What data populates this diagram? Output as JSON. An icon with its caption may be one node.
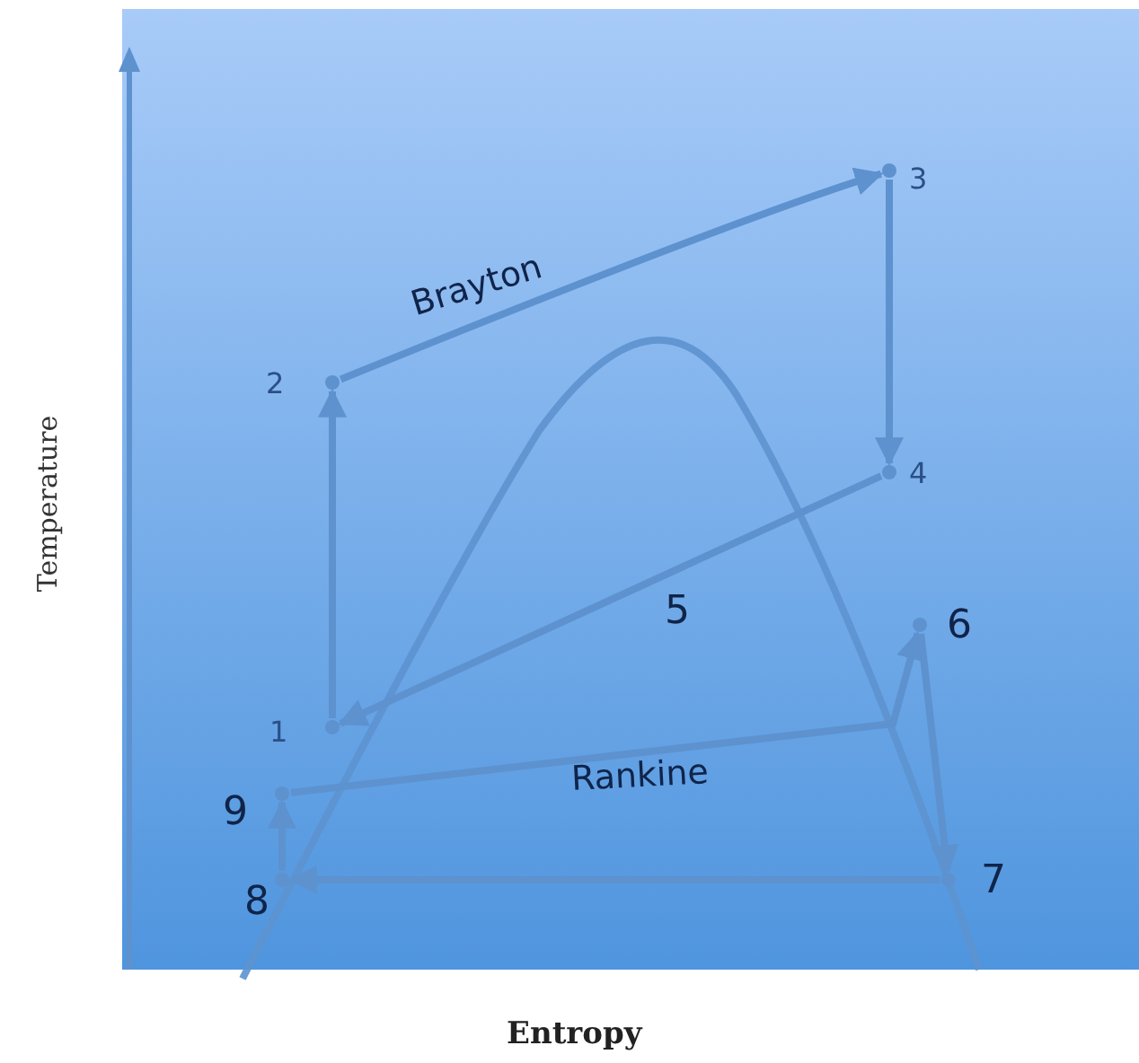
{
  "diagram": {
    "nodes": [
      {
        "text": [],
        "shape": "circle",
        "beside": [
          "1"
        ]
      },
      {
        "text": [],
        "shape": "circle",
        "beside": [
          "2"
        ]
      },
      {
        "text": [],
        "shape": "circle",
        "beside": [
          "3"
        ]
      },
      {
        "text": [],
        "shape": "circle",
        "beside": [
          "4"
        ]
      },
      {
        "text": [],
        "shape": "circle",
        "beside": [
          "6"
        ]
      },
      {
        "text": [],
        "shape": "circle",
        "beside": [
          "7"
        ]
      },
      {
        "text": [],
        "shape": "circle",
        "beside": [
          "8"
        ]
      },
      {
        "text": [],
        "shape": "circle",
        "beside": [
          "9"
        ]
      }
    ],
    "edges": [
      {
        "from": 0,
        "to": 1,
        "arrow": "to"
      },
      {
        "from": 1,
        "to": 2,
        "arrow": "to"
      },
      {
        "from": 2,
        "to": 3,
        "arrow": "to"
      },
      {
        "from": 3,
        "to": 0,
        "arrow": "to"
      },
      {
        "from": 7,
        "to": 4,
        "arrow": "to"
      },
      {
        "from": 4,
        "to": 5,
        "arrow": "to"
      },
      {
        "from": 5,
        "to": 6,
        "arrow": "to"
      },
      {
        "from": 6,
        "to": 7,
        "arrow": "to"
      }
    ],
    "labels": [
      "Brayton",
      "5",
      "Rankine",
      "Temperature",
      "Entropy"
    ]
  }
}
